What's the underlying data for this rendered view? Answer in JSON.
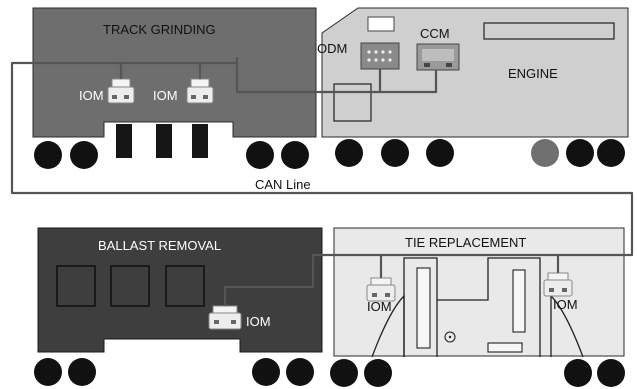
{
  "cars": {
    "track_grinding": {
      "title": "TRACK GRINDING",
      "iom_labels": [
        "IOM",
        "IOM"
      ]
    },
    "engine": {
      "title": "ENGINE",
      "odm_label": "ODM",
      "ccm_label": "CCM"
    },
    "ballast_removal": {
      "title": "BALLAST REMOVAL",
      "iom_label": "IOM"
    },
    "tie_replacement": {
      "title": "TIE REPLACEMENT",
      "iom_labels": [
        "IOM",
        "IOM"
      ]
    }
  },
  "bus": {
    "label": "CAN Line"
  },
  "colors": {
    "track_grinding_body": "#6e6e6e",
    "engine_body": "#cfcfcf",
    "ballast_body": "#3e3e3e",
    "tie_body": "#e9e9e9",
    "wheel": "#111111",
    "wheel_accent": "#707070",
    "can_line": "#555555"
  }
}
